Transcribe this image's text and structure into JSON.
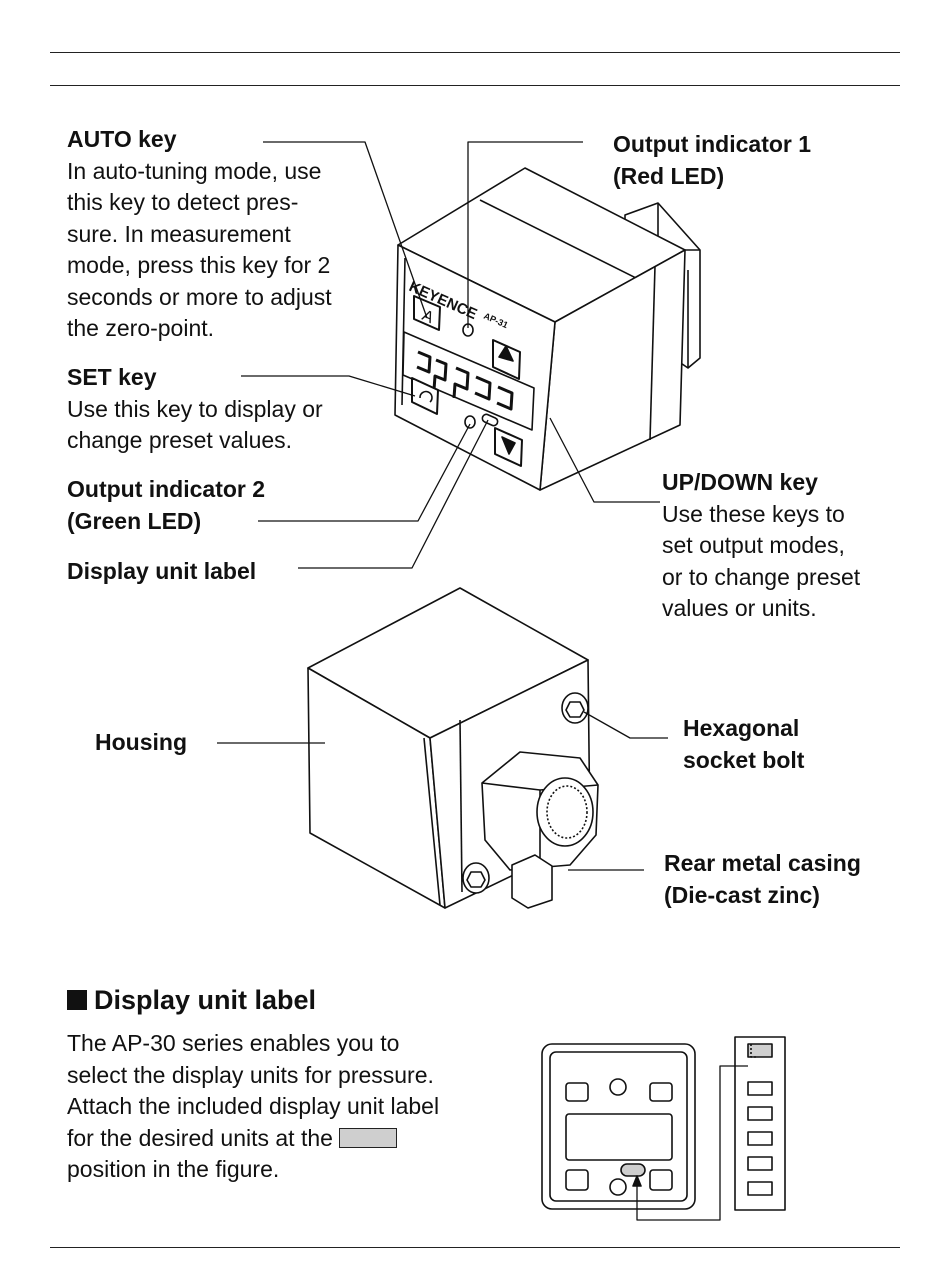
{
  "callouts": {
    "auto_key": {
      "title": "AUTO key",
      "lines": [
        "In auto-tuning mode, use",
        "this key to detect pres-",
        "sure. In measurement",
        "mode, press this key for 2",
        "seconds or more to adjust",
        "the zero-point."
      ]
    },
    "set_key": {
      "title": "SET key",
      "lines": [
        "Use this key to display or",
        "change preset values."
      ]
    },
    "output_indicator_2": {
      "lines": [
        "Output indicator 2",
        "(Green LED)"
      ]
    },
    "display_unit_label": {
      "title": "Display unit label"
    },
    "output_indicator_1": {
      "lines": [
        "Output indicator 1",
        "(Red LED)"
      ]
    },
    "up_down_key": {
      "title": "UP/DOWN key",
      "lines": [
        "Use these keys to",
        "set output modes,",
        "or to change preset",
        "values or units."
      ]
    },
    "housing": {
      "title": "Housing"
    },
    "hex_bolt": {
      "lines": [
        "Hexagonal",
        "socket bolt"
      ]
    },
    "rear_casing": {
      "lines": [
        "Rear metal casing",
        "(Die-cast zinc)"
      ]
    }
  },
  "device": {
    "brand": "KEYENCE",
    "model": "AP-31",
    "auto_key_glyph": "A"
  },
  "section": {
    "title": "Display unit label",
    "para_lines": [
      "The AP-30 series enables you to",
      "select the display units for pressure.",
      "Attach the included display unit label",
      "for the desired units at the"
    ],
    "para_last": "position in the figure."
  },
  "colors": {
    "ink": "#111111",
    "label_gray": "#cfcfcf"
  }
}
